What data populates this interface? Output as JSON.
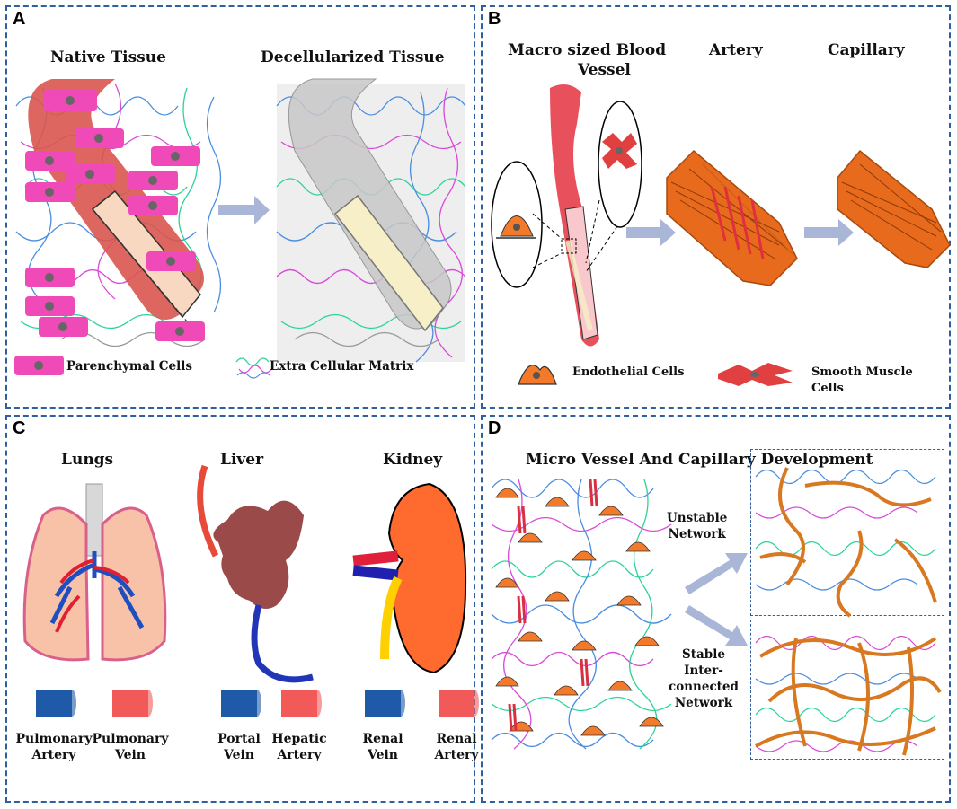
{
  "panels": {
    "a": {
      "letter": "A",
      "native_title": "Native Tissue",
      "decell_title": "Decellularized Tissue",
      "legend_cells": "Parenchymal Cells",
      "legend_ecm": "Extra Cellular Matrix"
    },
    "b": {
      "letter": "B",
      "macro_title_line1": "Macro sized Blood",
      "macro_title_line2": "Vessel",
      "artery_title": "Artery",
      "capillary_title": "Capillary",
      "legend_endothelial": "Endothelial Cells",
      "legend_smooth": "Smooth Muscle\nCells"
    },
    "c": {
      "letter": "C",
      "lungs": "Lungs",
      "liver": "Liver",
      "kidney": "Kidney",
      "vessels": [
        {
          "label": "Pulmonary\nArtery",
          "color": "#1f5aa8"
        },
        {
          "label": "Pulmonary\nVein",
          "color": "#f25a5a"
        },
        {
          "label": "Portal\nVein",
          "color": "#1f5aa8"
        },
        {
          "label": "Hepatic\nArtery",
          "color": "#f25a5a"
        },
        {
          "label": "Renal\nVein",
          "color": "#1f5aa8"
        },
        {
          "label": "Renal\nArtery",
          "color": "#f25a5a"
        }
      ]
    },
    "d": {
      "letter": "D",
      "title": "Micro Vessel And Capillary Development",
      "unstable": "Unstable\nNetwork",
      "stable": "Stable\nInter-\nconnected\nNetwork"
    }
  },
  "colors": {
    "frame": "#2f5f9e",
    "cell_pink": "#f04ab8",
    "vessel_red": "#e8505b",
    "orange": "#e8782a",
    "vein_blue": "#1f5aa8",
    "artery_red": "#f25a5a"
  }
}
